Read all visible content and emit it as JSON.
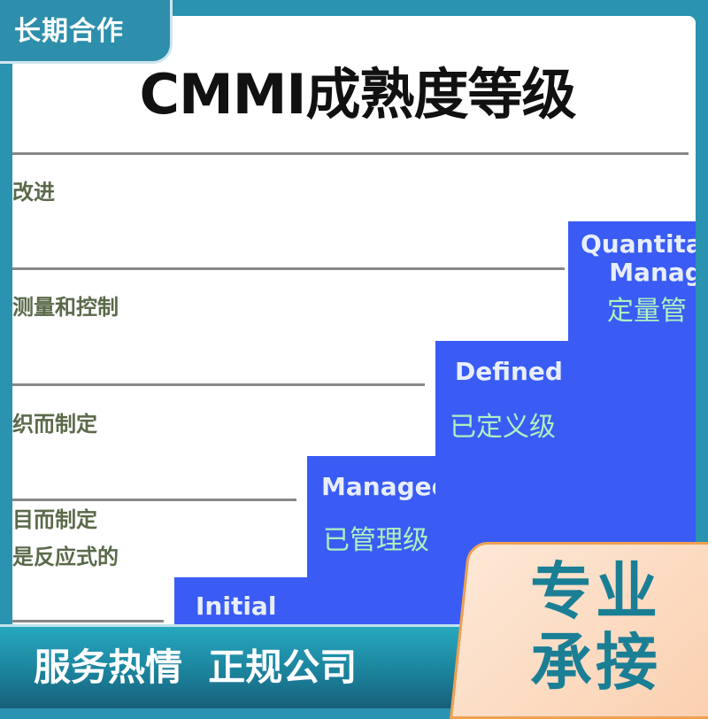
{
  "badge": "长期合作",
  "title": "CMMI成熟度等级",
  "descriptions": [
    "改进",
    "测量和控制",
    "织而制定",
    "目而制定",
    "是反应式的"
  ],
  "levels": [
    {
      "en": "Initial",
      "zh": ""
    },
    {
      "en": "Managed",
      "zh": "已管理级"
    },
    {
      "en": "Defined",
      "zh": "已定义级"
    },
    {
      "en": "Quantita\nManag",
      "zh": "定量管"
    }
  ],
  "bottom_banner": "服务热情  正规公司",
  "corner": "专业承接",
  "colors": {
    "frame": "#2a93b0",
    "step": "#3a5cf5",
    "accent": "#f0a050"
  }
}
